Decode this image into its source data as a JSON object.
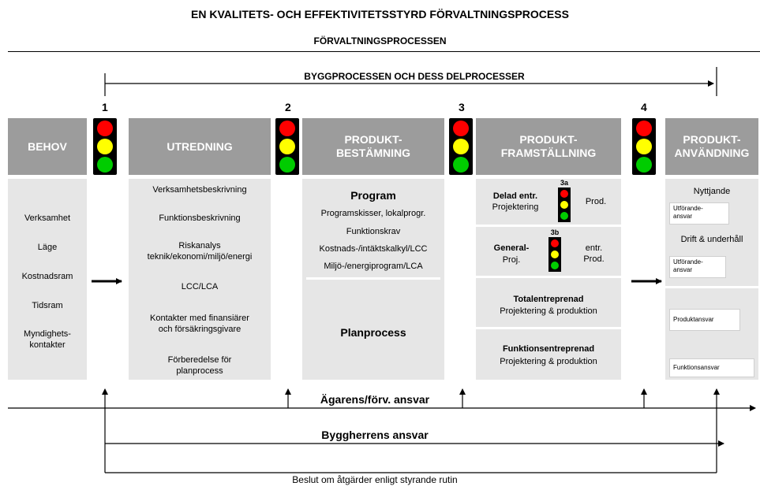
{
  "title": "EN KVALITETS- OCH EFFEKTIVITETSSTYRD FÖRVALTNINGSPROCESS",
  "subtitle": "FÖRVALTNINGSPROCESSEN",
  "bygg_label": "BYGGPROCESSEN OCH DESS DELPROCESSER",
  "colors": {
    "header_gray": "#9c9c9c",
    "body_gray": "#e6e6e6",
    "red": "#ff0000",
    "yellow": "#ffff00",
    "green": "#00cc00"
  },
  "gates": [
    {
      "number": "1"
    },
    {
      "number": "2"
    },
    {
      "number": "3"
    },
    {
      "number": "4"
    }
  ],
  "phases": {
    "behov": {
      "title": "BEHOV",
      "items": [
        "Verksamhet",
        "Läge",
        "Kostnadsram",
        "Tidsram",
        "Myndighets-\nkontakter"
      ]
    },
    "utredning": {
      "title": "UTREDNING",
      "items": [
        "Verksamhetsbeskrivning",
        "Funktionsbeskrivning",
        "Riskanalys\nteknik/ekonomi/miljö/energi",
        "LCC/LCA",
        "Kontakter med finansiärer\noch försäkringsgivare",
        "Förberedelse för\nplanprocess"
      ]
    },
    "produktbestamning": {
      "title": "PRODUKT-\nBESTÄMNING",
      "program_title": "Program",
      "program_items": [
        "Programskisser, lokalprogr.",
        "Funktionskrav",
        "Kostnads-/intäktskalkyl/LCC",
        "Miljö-/energiprogram/LCA"
      ],
      "planprocess": "Planprocess"
    },
    "produktframstallning": {
      "title": "PRODUKT-\nFRAMSTÄLLNING",
      "delad_title": "Delad entr.",
      "delad_sub": "Projektering",
      "delad_right": "Prod.",
      "delad_tl": "3a",
      "general_title": "General-",
      "general_sub": "Proj.",
      "general_right": "entr.\nProd.",
      "general_tl": "3b",
      "total_title": "Totalentreprenad",
      "total_sub": "Projektering & produktion",
      "funktion_title": "Funktionsentreprenad",
      "funktion_sub": "Projektering & produktion"
    },
    "produktanvandning": {
      "title": "PRODUKT-\nANVÄNDNING",
      "nyttjande": "Nyttjande",
      "utforande1": "Utförande-\nansvar",
      "drift": "Drift & underhåll",
      "utforande2": "Utförande-\nansvar",
      "produktansvar": "Produktansvar",
      "funktionsansvar": "Funktionsansvar"
    }
  },
  "bottom": {
    "agarens": "Ägarens/förv. ansvar",
    "byggherrens": "Byggherrens ansvar",
    "beslut": "Beslut om åtgärder enligt styrande rutin"
  }
}
